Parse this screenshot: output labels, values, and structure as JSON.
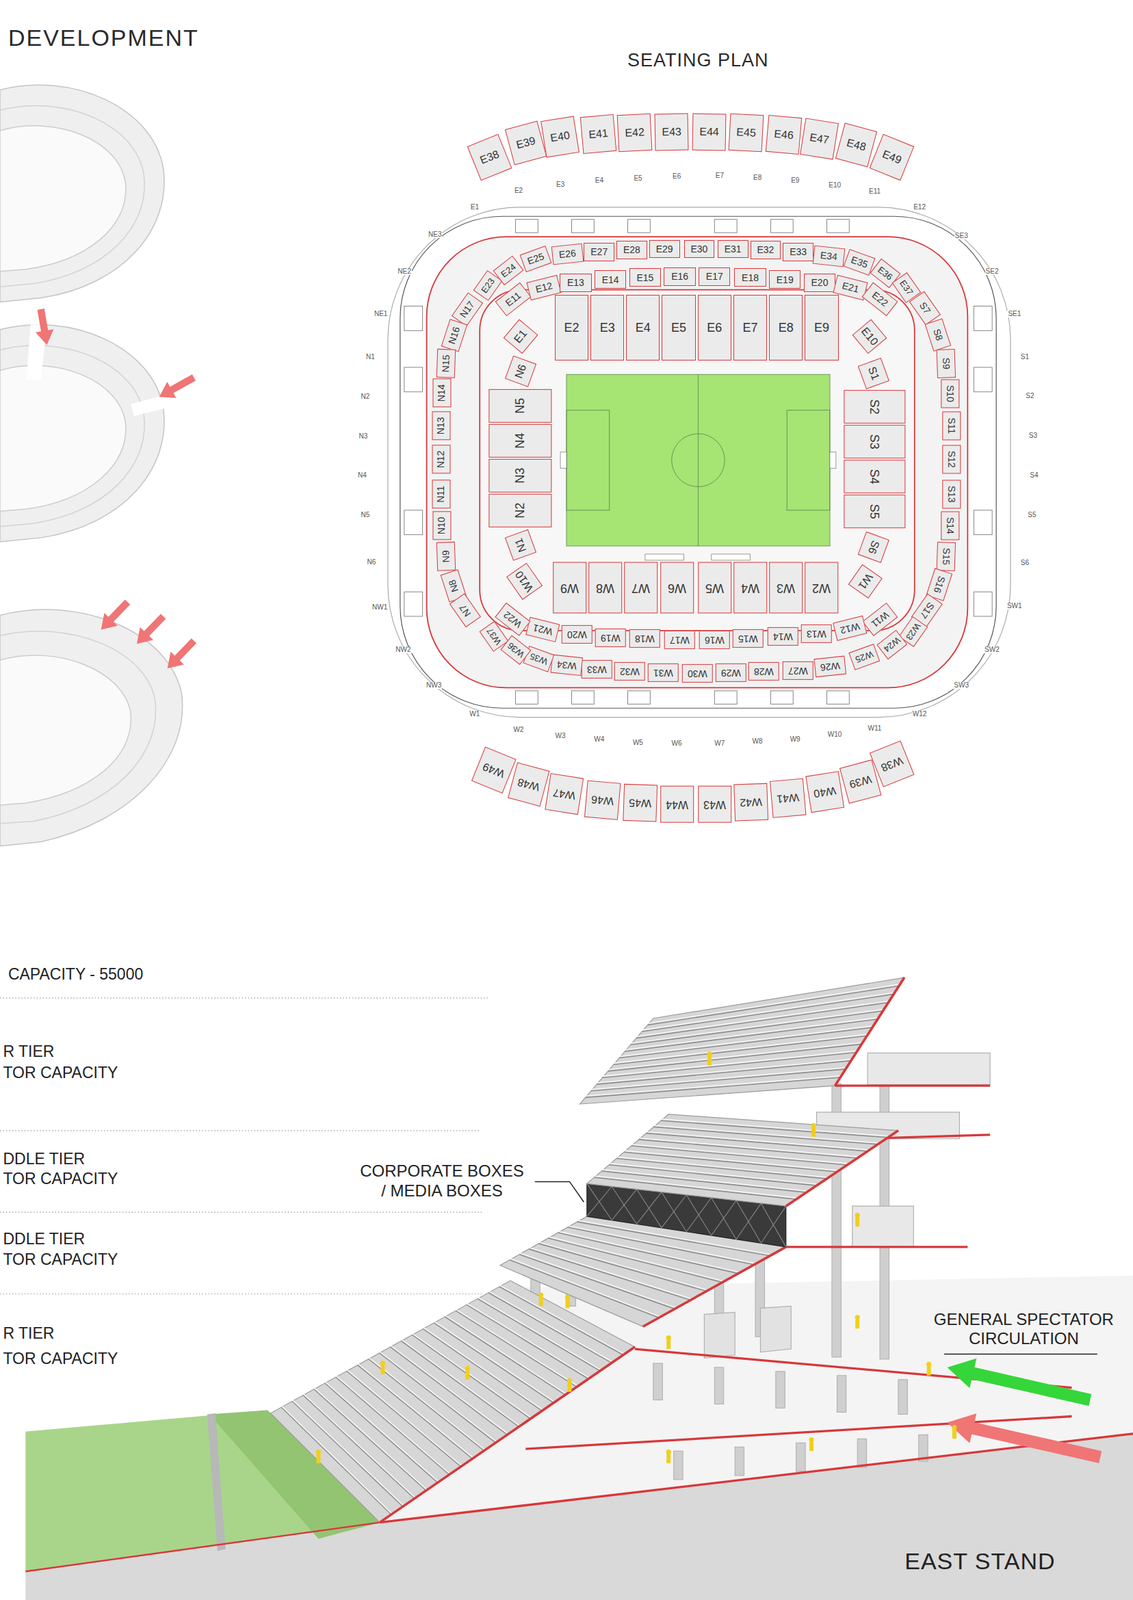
{
  "diagram": {
    "title": "SEATING PLAN",
    "nodes": [
      {
        "text": [
          "E38"
        ]
      },
      {
        "text": [
          "E39"
        ]
      },
      {
        "text": [
          "E40"
        ]
      },
      {
        "text": [
          "E41"
        ]
      },
      {
        "text": [
          "E42"
        ]
      },
      {
        "text": [
          "E43"
        ]
      },
      {
        "text": [
          "E44"
        ]
      },
      {
        "text": [
          "E45"
        ]
      },
      {
        "text": [
          "E46"
        ]
      },
      {
        "text": [
          "E47"
        ]
      },
      {
        "text": [
          "E48"
        ]
      },
      {
        "text": [
          "E49"
        ]
      },
      {
        "text": [
          "E23"
        ]
      },
      {
        "text": [
          "E24"
        ]
      },
      {
        "text": [
          "E25"
        ]
      },
      {
        "text": [
          "E26"
        ]
      },
      {
        "text": [
          "E27"
        ]
      },
      {
        "text": [
          "E28"
        ]
      },
      {
        "text": [
          "E29"
        ]
      },
      {
        "text": [
          "E30"
        ]
      },
      {
        "text": [
          "E31"
        ]
      },
      {
        "text": [
          "E32"
        ]
      },
      {
        "text": [
          "E33"
        ]
      },
      {
        "text": [
          "E34"
        ]
      },
      {
        "text": [
          "E35"
        ]
      },
      {
        "text": [
          "E36"
        ]
      },
      {
        "text": [
          "E37"
        ]
      },
      {
        "text": [
          "E11"
        ]
      },
      {
        "text": [
          "E12"
        ]
      },
      {
        "text": [
          "E13"
        ]
      },
      {
        "text": [
          "E14"
        ]
      },
      {
        "text": [
          "E15"
        ]
      },
      {
        "text": [
          "E16"
        ]
      },
      {
        "text": [
          "E17"
        ]
      },
      {
        "text": [
          "E18"
        ]
      },
      {
        "text": [
          "E19"
        ]
      },
      {
        "text": [
          "E20"
        ]
      },
      {
        "text": [
          "E21"
        ]
      },
      {
        "text": [
          "E22"
        ]
      },
      {
        "text": [
          "N17"
        ]
      },
      {
        "text": [
          "N16"
        ]
      },
      {
        "text": [
          "N15"
        ]
      },
      {
        "text": [
          "N14"
        ]
      },
      {
        "text": [
          "N13"
        ]
      },
      {
        "text": [
          "N12"
        ]
      },
      {
        "text": [
          "N11"
        ]
      },
      {
        "text": [
          "N10"
        ]
      },
      {
        "text": [
          "N9"
        ]
      },
      {
        "text": [
          "N8"
        ]
      },
      {
        "text": [
          "N7"
        ]
      },
      {
        "text": [
          "S7"
        ]
      },
      {
        "text": [
          "S8"
        ]
      },
      {
        "text": [
          "S9"
        ]
      },
      {
        "text": [
          "S10"
        ]
      },
      {
        "text": [
          "S11"
        ]
      },
      {
        "text": [
          "S12"
        ]
      },
      {
        "text": [
          "S13"
        ]
      },
      {
        "text": [
          "S14"
        ]
      },
      {
        "text": [
          "S15"
        ]
      },
      {
        "text": [
          "S16"
        ]
      },
      {
        "text": [
          "S17"
        ]
      },
      {
        "text": [
          "E1"
        ]
      },
      {
        "text": [
          "E2"
        ]
      },
      {
        "text": [
          "E3"
        ]
      },
      {
        "text": [
          "E4"
        ]
      },
      {
        "text": [
          "E5"
        ]
      },
      {
        "text": [
          "E6"
        ]
      },
      {
        "text": [
          "E7"
        ]
      },
      {
        "text": [
          "E8"
        ]
      },
      {
        "text": [
          "E9"
        ]
      },
      {
        "text": [
          "E10"
        ]
      },
      {
        "text": [
          "N6"
        ]
      },
      {
        "text": [
          "N5"
        ]
      },
      {
        "text": [
          "N4"
        ]
      },
      {
        "text": [
          "N3"
        ]
      },
      {
        "text": [
          "N2"
        ]
      },
      {
        "text": [
          "N1"
        ]
      },
      {
        "text": [
          "S1"
        ]
      },
      {
        "text": [
          "S2"
        ]
      },
      {
        "text": [
          "S3"
        ]
      },
      {
        "text": [
          "S4"
        ]
      },
      {
        "text": [
          "S5"
        ]
      },
      {
        "text": [
          "S6"
        ]
      },
      {
        "text": [
          "W1"
        ]
      },
      {
        "text": [
          "W2"
        ]
      },
      {
        "text": [
          "W3"
        ]
      },
      {
        "text": [
          "W4"
        ]
      },
      {
        "text": [
          "W5"
        ]
      },
      {
        "text": [
          "W6"
        ]
      },
      {
        "text": [
          "W7"
        ]
      },
      {
        "text": [
          "W8"
        ]
      },
      {
        "text": [
          "W9"
        ]
      },
      {
        "text": [
          "W10"
        ]
      },
      {
        "text": [
          "W11"
        ]
      },
      {
        "text": [
          "W12"
        ]
      },
      {
        "text": [
          "W13"
        ]
      },
      {
        "text": [
          "W14"
        ]
      },
      {
        "text": [
          "W15"
        ]
      },
      {
        "text": [
          "W16"
        ]
      },
      {
        "text": [
          "W17"
        ]
      },
      {
        "text": [
          "W18"
        ]
      },
      {
        "text": [
          "W19"
        ]
      },
      {
        "text": [
          "W20"
        ]
      },
      {
        "text": [
          "W21"
        ]
      },
      {
        "text": [
          "W22"
        ]
      },
      {
        "text": [
          "W23"
        ]
      },
      {
        "text": [
          "W24"
        ]
      },
      {
        "text": [
          "W25"
        ]
      },
      {
        "text": [
          "W26"
        ]
      },
      {
        "text": [
          "W27"
        ]
      },
      {
        "text": [
          "W28"
        ]
      },
      {
        "text": [
          "W29"
        ]
      },
      {
        "text": [
          "W30"
        ]
      },
      {
        "text": [
          "W31"
        ]
      },
      {
        "text": [
          "W32"
        ]
      },
      {
        "text": [
          "W33"
        ]
      },
      {
        "text": [
          "W34"
        ]
      },
      {
        "text": [
          "W35"
        ]
      },
      {
        "text": [
          "W36"
        ]
      },
      {
        "text": [
          "W37"
        ]
      },
      {
        "text": [
          "W38"
        ]
      },
      {
        "text": [
          "W39"
        ]
      },
      {
        "text": [
          "W40"
        ]
      },
      {
        "text": [
          "W41"
        ]
      },
      {
        "text": [
          "W42"
        ]
      },
      {
        "text": [
          "W43"
        ]
      },
      {
        "text": [
          "W44"
        ]
      },
      {
        "text": [
          "W45"
        ]
      },
      {
        "text": [
          "W46"
        ]
      },
      {
        "text": [
          "W47"
        ]
      },
      {
        "text": [
          "W48"
        ]
      },
      {
        "text": [
          "W49"
        ]
      }
    ],
    "labels": [
      "DEVELOPMENT",
      "E1",
      "E2",
      "E3",
      "E4",
      "E5",
      "E6",
      "E7",
      "E8",
      "E9",
      "E10",
      "E11",
      "E12",
      "NE3",
      "NE2",
      "NE1",
      "N1",
      "N2",
      "N3",
      "N4",
      "N5",
      "N6",
      "NW1",
      "NW2",
      "NW3",
      "SE3",
      "SE2",
      "SE1",
      "S1",
      "S2",
      "S3",
      "S4",
      "S5",
      "S6",
      "SW1",
      "SW2",
      "SW3",
      "W1",
      "W2",
      "W3",
      "W4",
      "W5",
      "W6",
      "W7",
      "W8",
      "W9",
      "W10",
      "W11",
      "W12",
      "CAPACITY - 55000",
      "R TIER",
      "TOR CAPACITY",
      "DDLE TIER",
      "TOR CAPACITY",
      "DDLE TIER",
      "TOR CAPACITY",
      "R TIER",
      "TOR CAPACITY",
      "CORPORATE BOXES / MEDIA BOXES",
      "GENERAL SPECTATOR CIRCULATION",
      "EAST STAND"
    ]
  }
}
